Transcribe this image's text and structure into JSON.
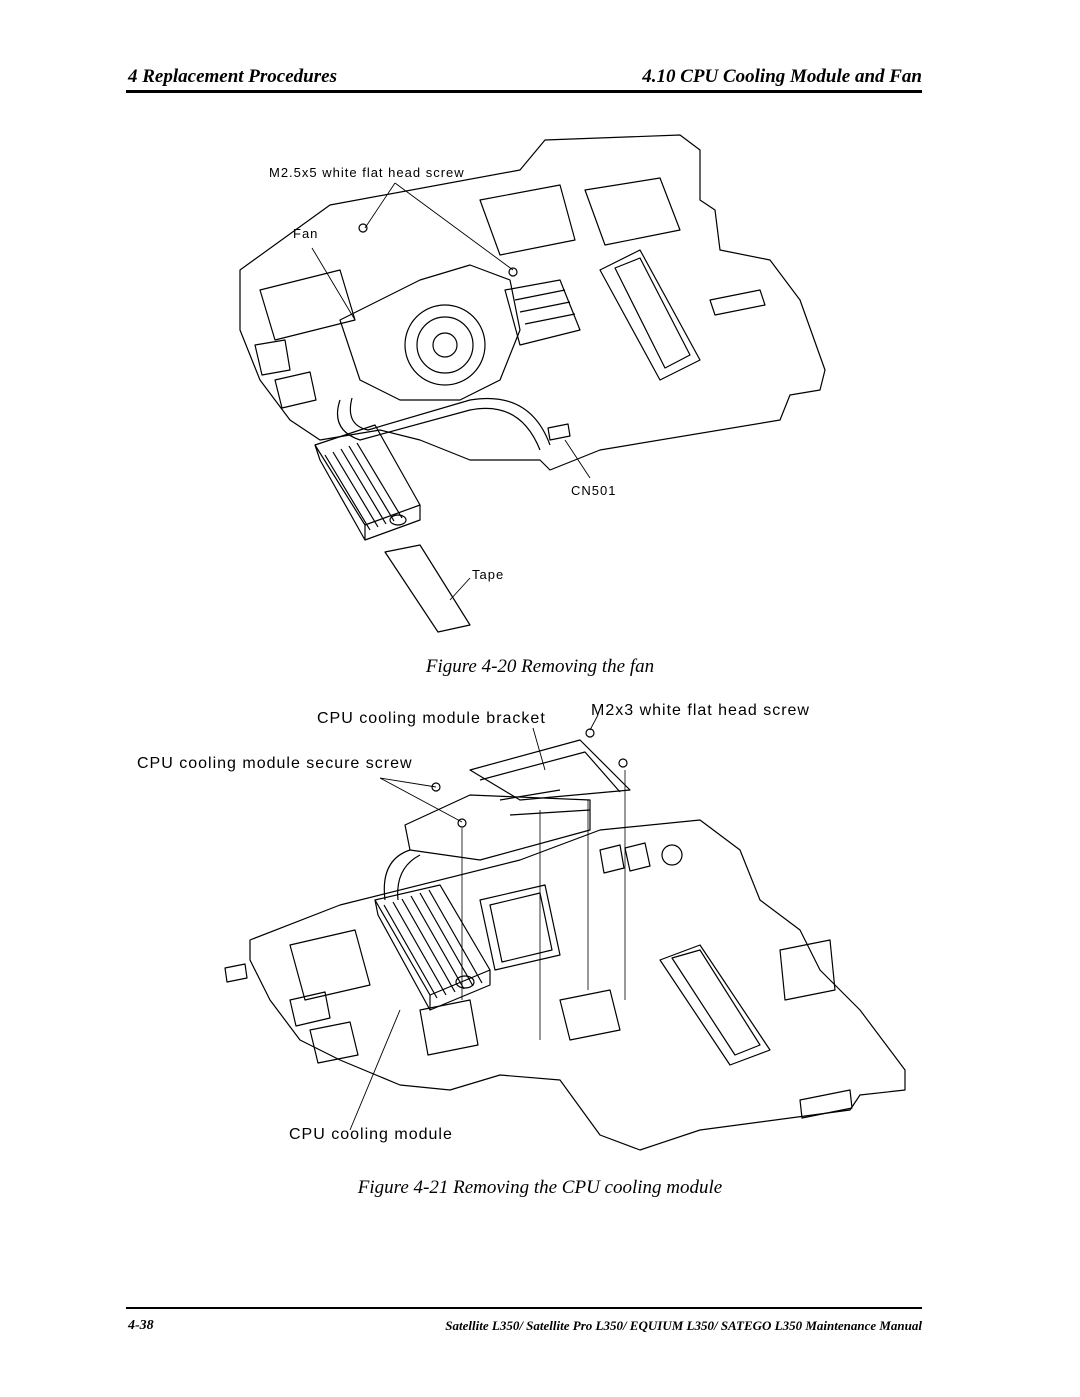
{
  "header": {
    "left": "4 Replacement Procedures",
    "right": "4.10 CPU Cooling Module and Fan"
  },
  "figure_20": {
    "labels": {
      "screw": "M2.5x5 white flat head screw",
      "fan": "Fan",
      "connector": "CN501",
      "tape": "Tape"
    },
    "caption": "Figure 4-20 Removing the fan"
  },
  "figure_21": {
    "labels": {
      "bracket": "CPU cooling module bracket",
      "screw": "M2x3 white flat head screw",
      "secure_screw": "CPU cooling module secure screw",
      "module": "CPU cooling module"
    },
    "caption": "Figure 4-21 Removing the CPU cooling module"
  },
  "footer": {
    "page": "4-38",
    "manual": "Satellite L350/ Satellite Pro L350/ EQUIUM L350/ SATEGO L350 Maintenance Manual"
  }
}
